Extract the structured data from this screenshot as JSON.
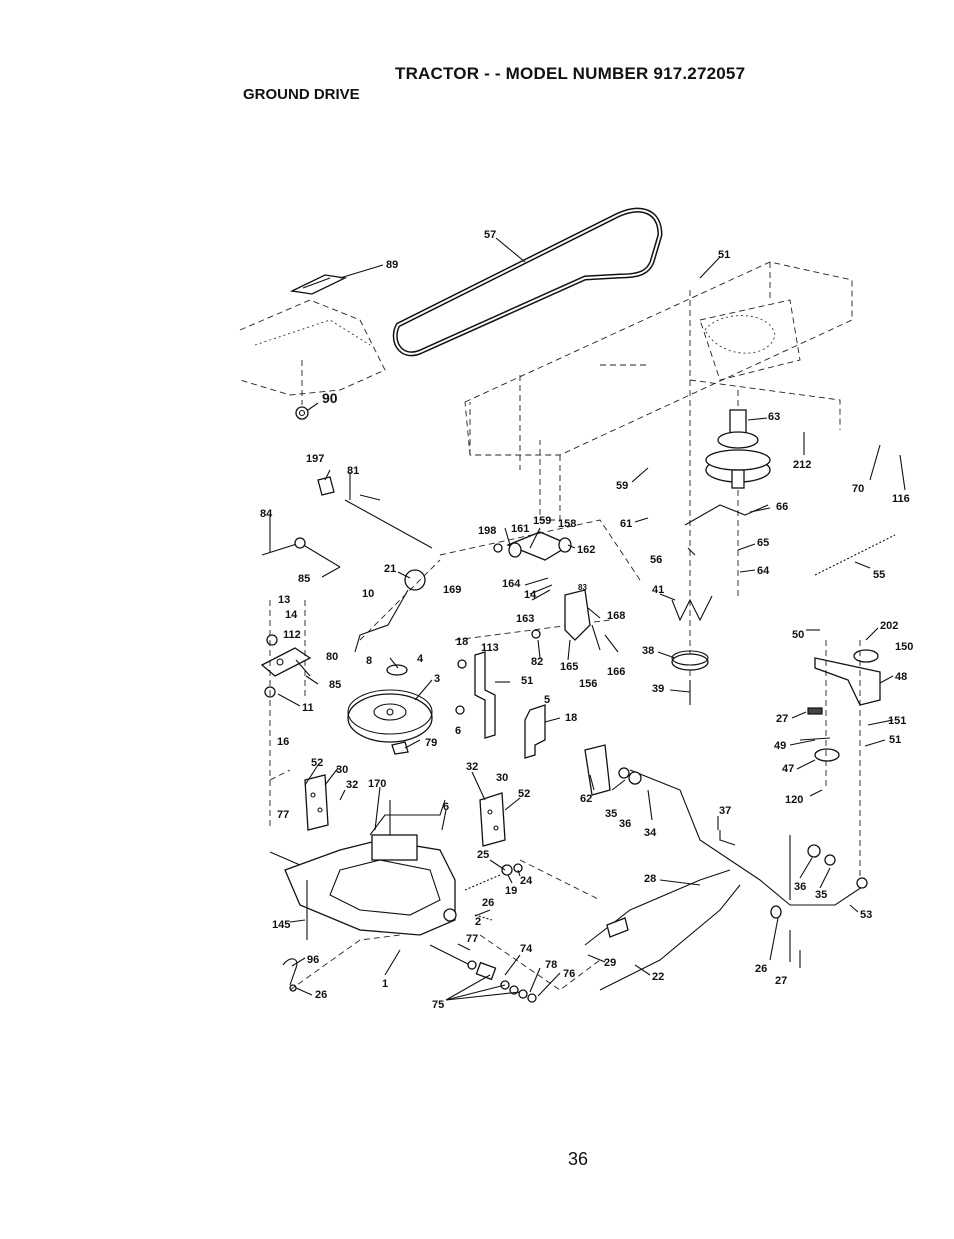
{
  "header": {
    "title": "TRACTOR - - MODEL NUMBER 917.272057",
    "section": "GROUND DRIVE"
  },
  "footer": {
    "page_number": "36"
  },
  "diagram": {
    "part_labels": [
      "57",
      "89",
      "51",
      "90",
      "63",
      "212",
      "70",
      "116",
      "197",
      "81",
      "84",
      "66",
      "65",
      "64",
      "59",
      "61",
      "56",
      "198",
      "161",
      "159",
      "158",
      "162",
      "164",
      "83",
      "14",
      "163",
      "168",
      "85",
      "21",
      "169",
      "10",
      "13",
      "14",
      "112",
      "8",
      "80",
      "85",
      "11",
      "4",
      "3",
      "82",
      "18",
      "113",
      "51",
      "165",
      "156",
      "166",
      "41",
      "55",
      "50",
      "202",
      "150",
      "38",
      "48",
      "39",
      "5",
      "18",
      "6",
      "27",
      "151",
      "51",
      "79",
      "16",
      "52",
      "30",
      "32",
      "170",
      "6",
      "32",
      "30",
      "52",
      "62",
      "35",
      "36",
      "34",
      "37",
      "49",
      "47",
      "120",
      "77",
      "25",
      "19",
      "24",
      "26",
      "2",
      "28",
      "36",
      "35",
      "53",
      "145",
      "77",
      "74",
      "29",
      "22",
      "96",
      "78",
      "76",
      "26",
      "1",
      "75",
      "26",
      "27"
    ]
  }
}
